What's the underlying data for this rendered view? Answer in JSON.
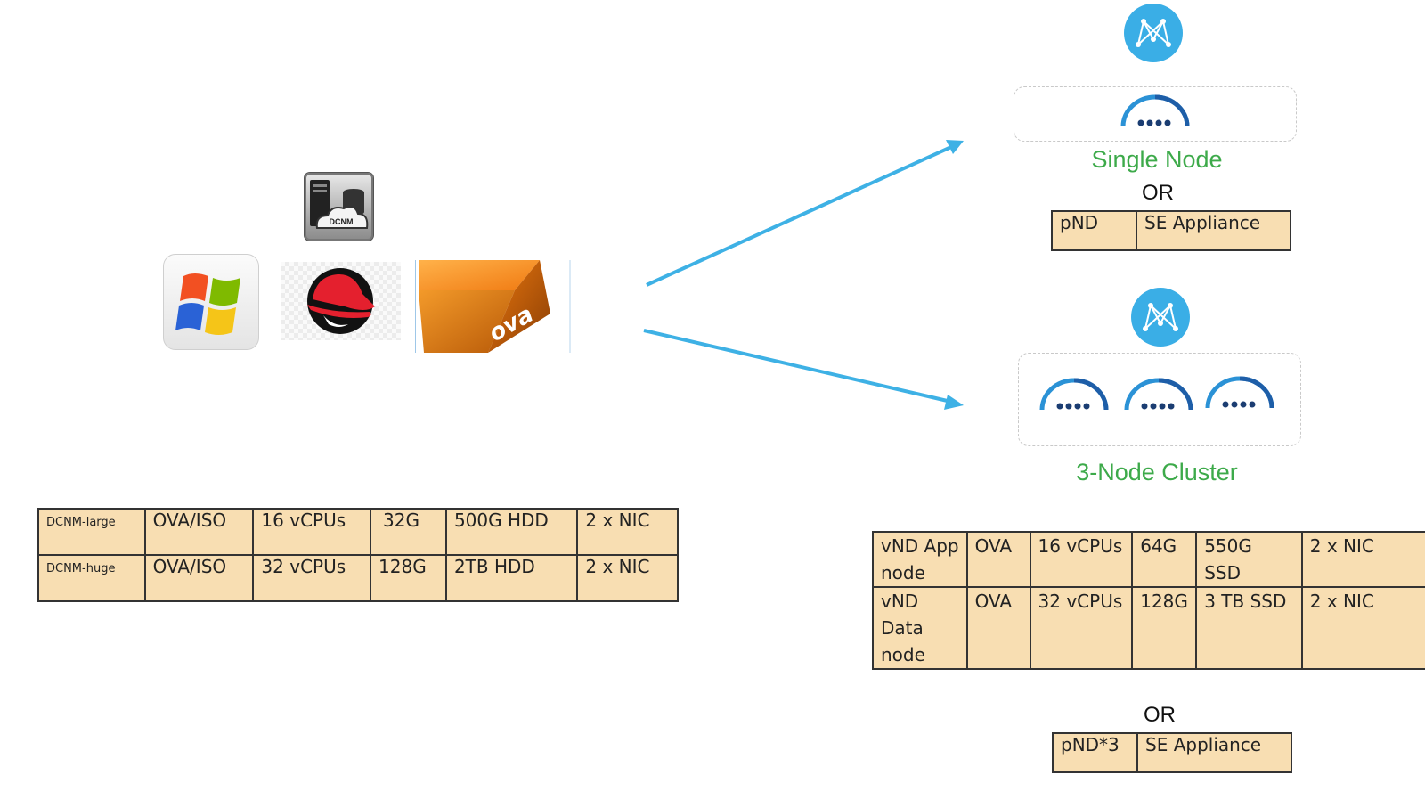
{
  "icons": {
    "dcnm_server": "DCNM",
    "windows": "windows-logo-icon",
    "redhat": "redhat-logo-icon",
    "ova": "ova"
  },
  "dcnm_table": {
    "rows": [
      [
        "DCNM-large",
        "OVA/ISO",
        "16 vCPUs",
        "32G",
        "500G HDD",
        "2 x NIC"
      ],
      [
        "DCNM-huge",
        "OVA/ISO",
        "32 vCPUs",
        "128G",
        "2TB HDD",
        "2 x NIC"
      ]
    ]
  },
  "single_node": {
    "label": "Single Node",
    "or": "OR",
    "appliance": [
      "pND",
      "SE Appliance"
    ]
  },
  "cluster": {
    "label": "3-Node Cluster",
    "rows": [
      [
        "vND App node",
        "OVA",
        "16 vCPUs",
        "64G",
        "550G SSD",
        "2 x NIC"
      ],
      [
        "vND Data node",
        "OVA",
        "32 vCPUs",
        "128G",
        "3 TB SSD",
        "2 x NIC"
      ]
    ],
    "or": "OR",
    "appliance": [
      "pND*3",
      "SE Appliance"
    ]
  },
  "colors": {
    "arrow": "#3eb1e5",
    "table_fill": "#f8deb2",
    "nd_logo": "#3aaee6",
    "green_label": "#3daa4a"
  }
}
